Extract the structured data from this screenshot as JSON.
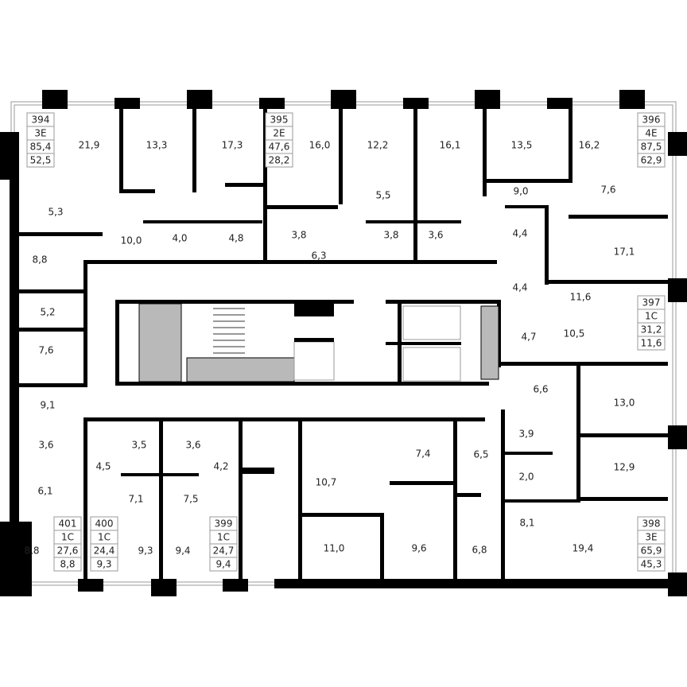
{
  "apartments": [
    {
      "number": "394",
      "type": "3E",
      "total_area": "85,4",
      "living_area": "52,5"
    },
    {
      "number": "395",
      "type": "2E",
      "total_area": "47,6",
      "living_area": "28,2"
    },
    {
      "number": "396",
      "type": "4E",
      "total_area": "87,5",
      "living_area": "62,9"
    },
    {
      "number": "397",
      "type": "1C",
      "total_area": "31,2",
      "living_area": "11,6"
    },
    {
      "number": "398",
      "type": "3E",
      "total_area": "65,9",
      "living_area": "45,3"
    },
    {
      "number": "399",
      "type": "1C",
      "total_area": "24,7",
      "living_area": "9,4"
    },
    {
      "number": "400",
      "type": "1C",
      "total_area": "24,4",
      "living_area": "9,3"
    },
    {
      "number": "401",
      "type": "1C",
      "total_area": "27,6",
      "living_area": "8,8"
    }
  ],
  "rooms": [
    "21,9",
    "13,3",
    "17,3",
    "16,0",
    "12,2",
    "16,1",
    "13,5",
    "16,2",
    "5,3",
    "10,0",
    "4,0",
    "4,8",
    "3,8",
    "6,3",
    "5,5",
    "3,8",
    "3,6",
    "9,0",
    "7,6",
    "4,4",
    "17,1",
    "8,8",
    "4,4",
    "11,6",
    "5,2",
    "7,6",
    "4,7",
    "10,5",
    "9,1",
    "6,6",
    "13,0",
    "3,6",
    "3,5",
    "3,6",
    "4,5",
    "4,2",
    "7,4",
    "6,5",
    "3,9",
    "10,7",
    "12,9",
    "6,1",
    "7,1",
    "7,5",
    "2,0",
    "8,1",
    "8,8",
    "9,3",
    "9,4",
    "11,0",
    "9,6",
    "6,8",
    "19,4"
  ]
}
